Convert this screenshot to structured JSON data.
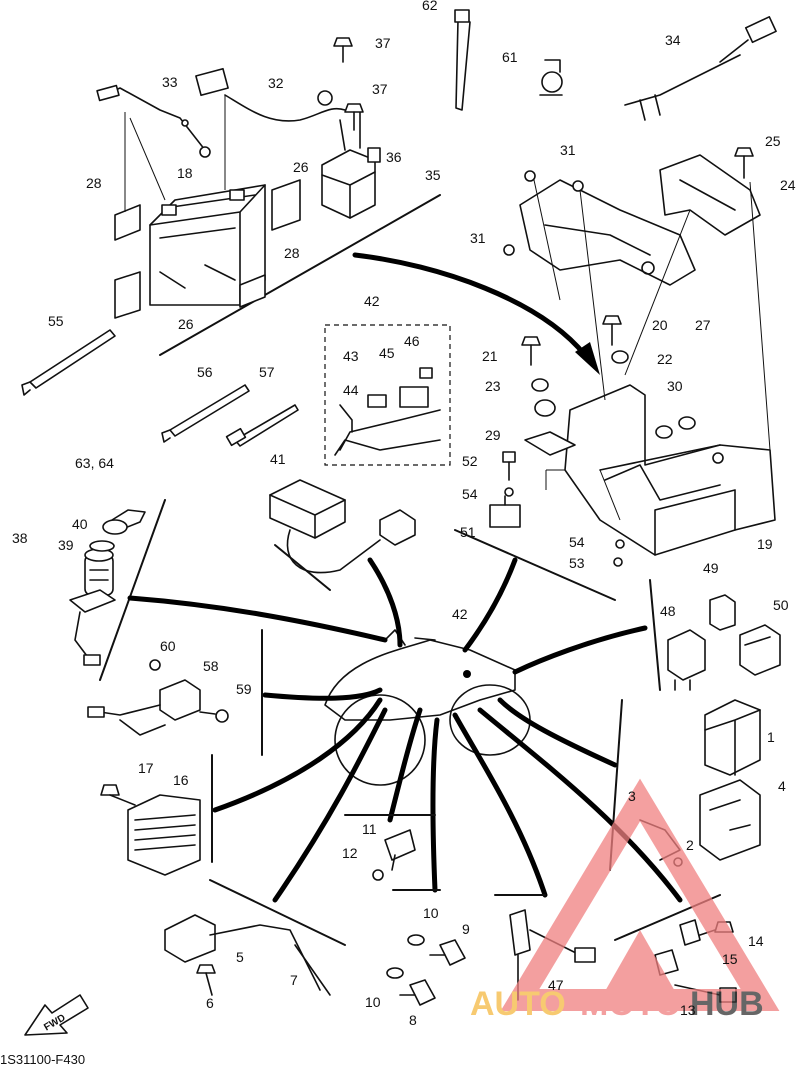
{
  "diagram_code": "1S31100-F430",
  "fwd_label": "FWD",
  "watermark": {
    "text_auto": "AUTO",
    "text_moto": "MOTO",
    "text_hub": "HUB",
    "color_red": "#f08080",
    "color_orange": "#f5b942",
    "color_dark": "#333333"
  },
  "callouts": {
    "c1": "1",
    "c2": "2",
    "c3": "3",
    "c4": "4",
    "c5": "5",
    "c6": "6",
    "c7": "7",
    "c8": "8",
    "c9": "9",
    "c10a": "10",
    "c10b": "10",
    "c11": "11",
    "c12": "12",
    "c13": "13",
    "c14": "14",
    "c15": "15",
    "c16": "16",
    "c17": "17",
    "c18": "18",
    "c19": "19",
    "c20": "20",
    "c21": "21",
    "c22": "22",
    "c23": "23",
    "c24": "24",
    "c25": "25",
    "c26a": "26",
    "c26b": "26",
    "c27": "27",
    "c28a": "28",
    "c28b": "28",
    "c29": "29",
    "c30": "30",
    "c31a": "31",
    "c31b": "31",
    "c32": "32",
    "c33": "33",
    "c34": "34",
    "c35": "35",
    "c36": "36",
    "c37a": "37",
    "c37b": "37",
    "c38": "38",
    "c39": "39",
    "c40": "40",
    "c41": "41",
    "c42a": "42",
    "c42b": "42",
    "c43": "43",
    "c44": "44",
    "c45": "45",
    "c46": "46",
    "c47": "47",
    "c48": "48",
    "c49": "49",
    "c50": "50",
    "c51": "51",
    "c52": "52",
    "c53": "53",
    "c54a": "54",
    "c54b": "54",
    "c55": "55",
    "c56": "56",
    "c57": "57",
    "c58": "58",
    "c59": "59",
    "c60": "60",
    "c61": "61",
    "c62": "62",
    "c6364": "63, 64"
  }
}
